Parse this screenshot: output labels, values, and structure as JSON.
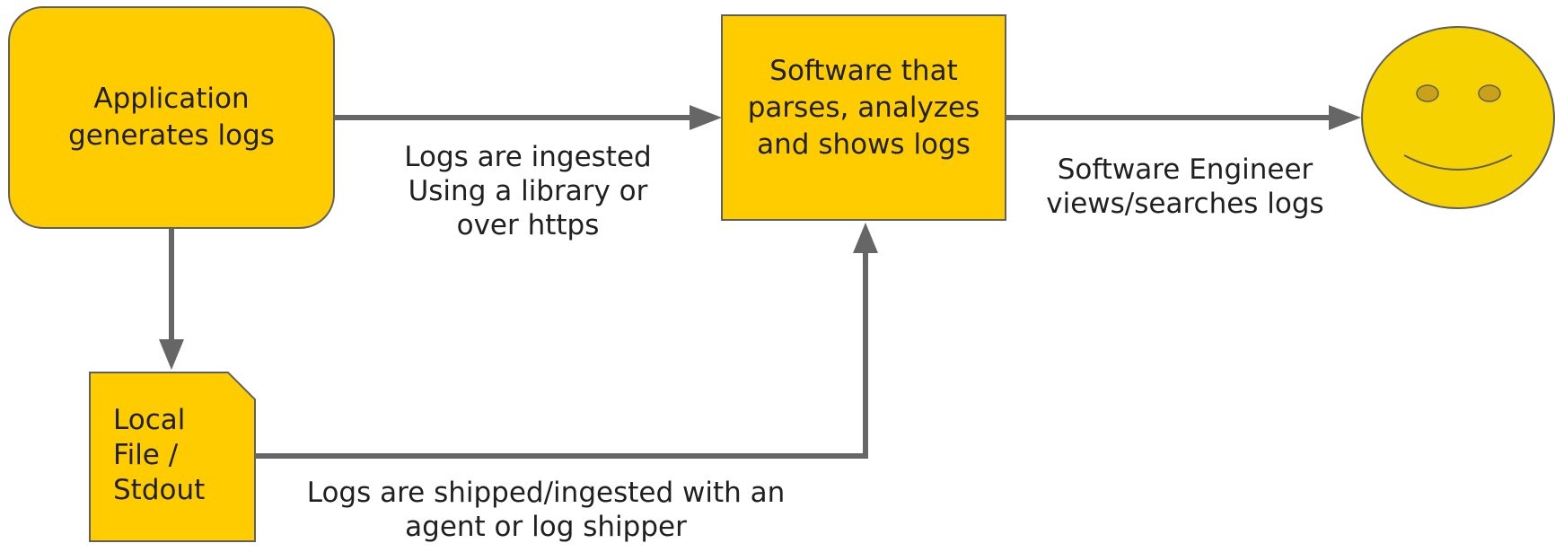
{
  "diagram": {
    "nodes": {
      "application": {
        "lines": [
          "Application",
          "generates logs"
        ]
      },
      "software": {
        "lines": [
          "Software that",
          "parses, analyzes",
          "and shows logs"
        ]
      },
      "local_file": {
        "lines": [
          "Local",
          "File /",
          "Stdout"
        ]
      },
      "smiley": {
        "label": ""
      }
    },
    "edges": {
      "app_to_software": {
        "lines": [
          "Logs are ingested",
          "Using a library or",
          "over https"
        ]
      },
      "software_to_engineer": {
        "lines": [
          "Software Engineer",
          "views/searches logs"
        ]
      },
      "local_to_software": {
        "lines": [
          "Logs are shipped/ingested with an",
          "agent or log shipper"
        ]
      },
      "app_to_local": {
        "lines": []
      }
    },
    "colors": {
      "node_fill": "#FFCC00",
      "node_stroke": "#5F5F5F",
      "arrow": "#666666",
      "smiley_fill": "#F6D200",
      "eye_fill": "#C9A21A",
      "text": "#202020"
    }
  }
}
